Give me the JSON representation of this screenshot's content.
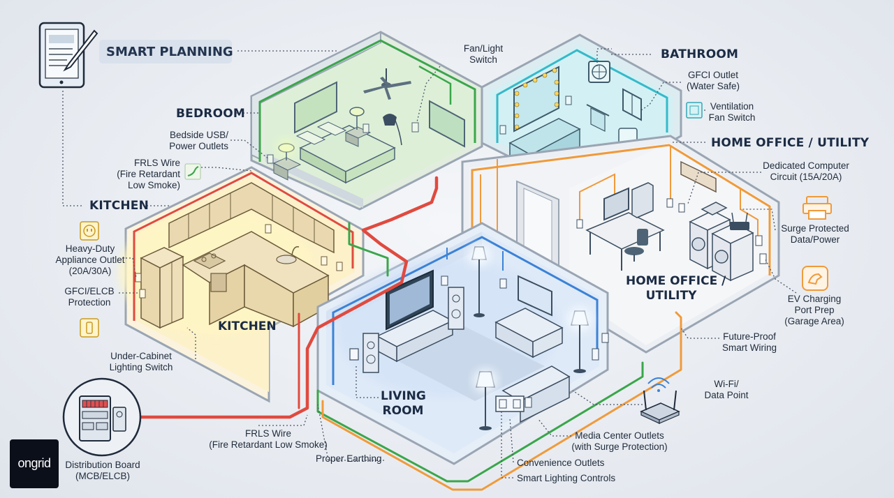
{
  "header": {
    "title": "SMART PLANNING"
  },
  "logo": {
    "text": "ongrid"
  },
  "rooms": {
    "bedroom": "BEDROOM",
    "kitchen": "KITCHEN",
    "kitchen_main": "KITCHEN",
    "bathroom": "BATHROOM",
    "home_office": "HOME OFFICE / UTILITY",
    "home_office_main_1": "HOME OFFICE /",
    "home_office_main_2": "UTILITY",
    "living_1": "LIVING",
    "living_2": "ROOM"
  },
  "callouts": {
    "fan_light_switch": [
      "Fan/Light",
      "Switch"
    ],
    "bedside_usb": [
      "Bedside USB/",
      "Power Outlets"
    ],
    "frls_wire_top": [
      "FRLS Wire",
      "(Fire Retardant",
      "Low Smoke)"
    ],
    "heavy_duty": [
      "Heavy-Duty",
      "Appliance Outlet",
      "(20A/30A)"
    ],
    "gfci_elcb": [
      "GFCI/ELCB",
      "Protection"
    ],
    "under_cabinet": [
      "Under-Cabinet",
      "Lighting Switch"
    ],
    "distribution_board": [
      "Distribution Board",
      "(MCB/ELCB)"
    ],
    "frls_wire_bottom": [
      "FRLS Wire",
      "(Fire Retardant Low Smoke)"
    ],
    "proper_earthing": [
      "Proper Earthing"
    ],
    "gfci_outlet": [
      "GFCI Outlet",
      "(Water Safe)"
    ],
    "ventilation": [
      "Ventilation",
      "Fan Switch"
    ],
    "dedicated_circuit": [
      "Dedicated Computer",
      "Circuit (15A/20A)"
    ],
    "surge_protected": [
      "Surge Protected",
      "Data/Power"
    ],
    "ev_charging": [
      "EV Charging",
      "Port Prep",
      "(Garage Area)"
    ],
    "future_proof": [
      "Future-Proof",
      "Smart Wiring"
    ],
    "wifi_data": [
      "Wi-Fi/",
      "Data Point"
    ],
    "media_center": [
      "Media Center Outlets",
      "(with Surge Protection)"
    ],
    "convenience": [
      "Convenience Outlets"
    ],
    "smart_lighting": [
      "Smart Lighting Controls"
    ]
  },
  "colors": {
    "red_wire": "#e04a3f",
    "green_wire": "#3aa64a",
    "orange_wire": "#f09a3a",
    "blue_wire": "#3b82d6",
    "cyan_wire": "#35b9c9",
    "wall": "#c9d0da"
  },
  "icons": [
    "tablet-pen-icon",
    "outlet-icon",
    "switch-icon",
    "fan-switch-icon",
    "wire-icon",
    "printer-icon",
    "ev-plug-icon",
    "router-icon",
    "panel-icon"
  ]
}
